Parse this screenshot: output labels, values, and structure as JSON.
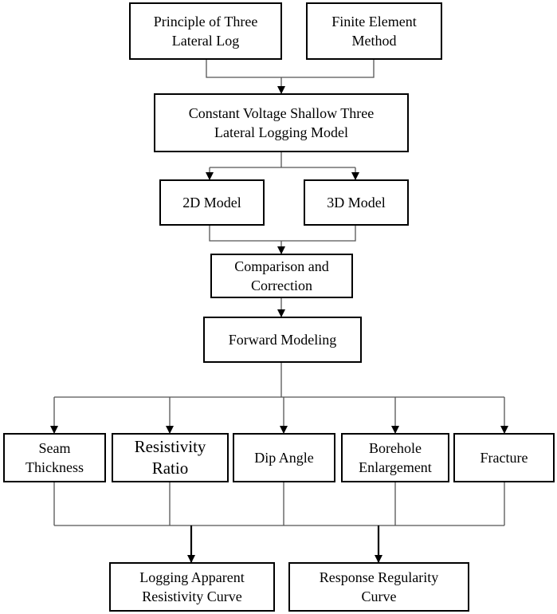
{
  "nodes": {
    "principle": {
      "label_1": "Principle of Three",
      "label_2": "Lateral Log"
    },
    "fem": {
      "label_1": "Finite Element",
      "label_2": "Method"
    },
    "constant_model": {
      "label_1": "Constant Voltage Shallow Three",
      "label_2": "Lateral Logging Model"
    },
    "model_2d": {
      "label": "2D Model"
    },
    "model_3d": {
      "label": "3D Model"
    },
    "comparison": {
      "label_1": "Comparison and",
      "label_2": "Correction"
    },
    "forward": {
      "label": "Forward Modeling"
    },
    "seam": {
      "label_1": "Seam",
      "label_2": "Thickness"
    },
    "resistivity": {
      "label_1": "Resistivity",
      "label_2": "Ratio"
    },
    "dip": {
      "label": "Dip Angle"
    },
    "borehole": {
      "label_1": "Borehole",
      "label_2": "Enlargement"
    },
    "fracture": {
      "label": "Fracture"
    },
    "curve": {
      "label_1": "Logging Apparent",
      "label_2": "Resistivity Curve"
    },
    "regularity": {
      "label_1": "Response Regularity",
      "label_2": "Curve"
    }
  }
}
